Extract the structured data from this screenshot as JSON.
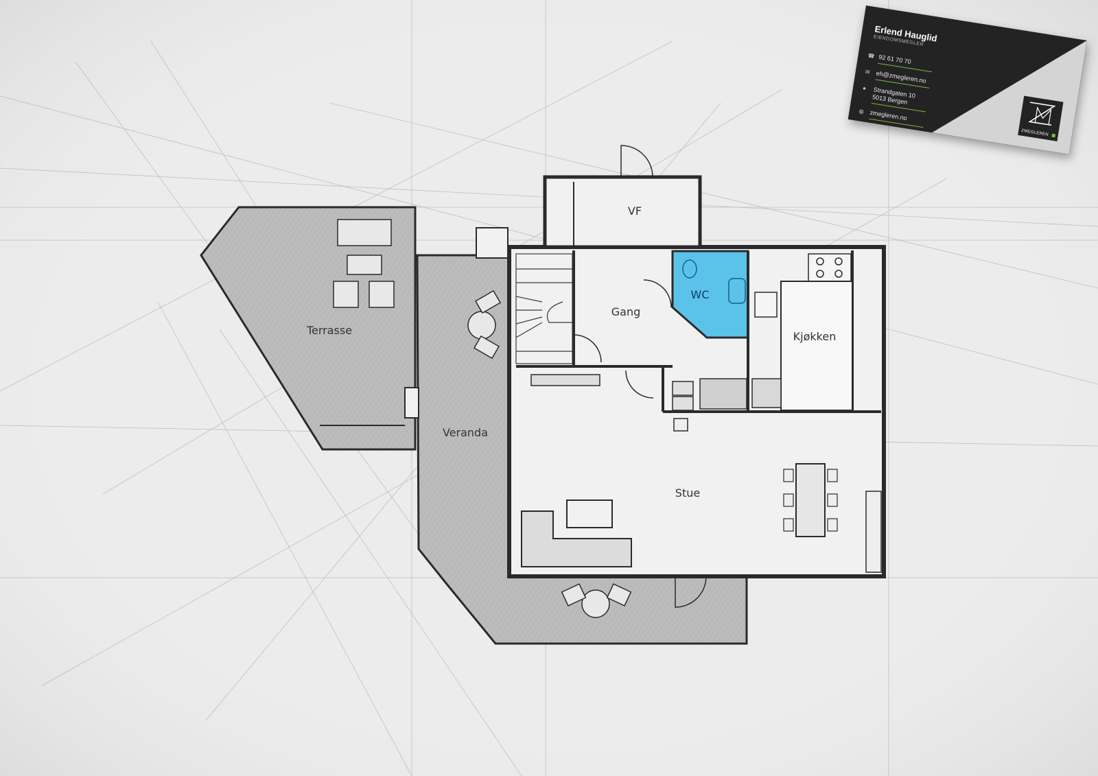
{
  "rooms": {
    "vf": "VF",
    "gang": "Gang",
    "wc": "WC",
    "kjokken": "Kjøkken",
    "terrasse": "Terrasse",
    "veranda": "Veranda",
    "stue": "Stue"
  },
  "colors": {
    "wc_fill": "#5bc3ea",
    "deck_fill": "#bdbdbd",
    "wall": "#2a2a2a",
    "card_dark": "#232323",
    "card_accent": "#7fb83a"
  },
  "card": {
    "name": "Erlend Hauglid",
    "title": "EIENDOMSMEGLER",
    "phone": "92 61 70 70",
    "email": "eh@zmegleren.no",
    "address_line1": "Strandgaten 10",
    "address_line2": "5013 Bergen",
    "website": "zmegleren.no",
    "logo_text": "ZMEGLEREN",
    "icons": [
      "phone-icon",
      "mail-icon",
      "location-icon",
      "globe-icon"
    ]
  }
}
